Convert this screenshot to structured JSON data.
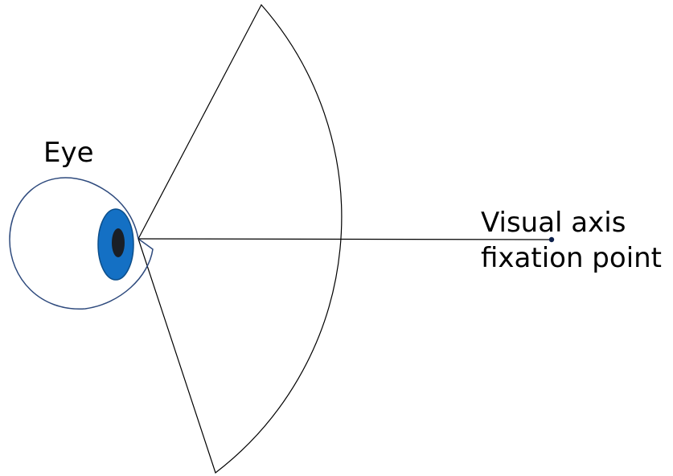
{
  "labels": {
    "eye": "Eye",
    "axis_line1": "Visual axis",
    "axis_line2": "fixation point"
  },
  "colors": {
    "eye_outline": "#2e4a7d",
    "iris": "#1470c4",
    "iris_edge": "#0d4f8b",
    "pupil": "#1a1f26",
    "field_outline": "#000000",
    "fixation_dot": "#0c1f4a"
  }
}
